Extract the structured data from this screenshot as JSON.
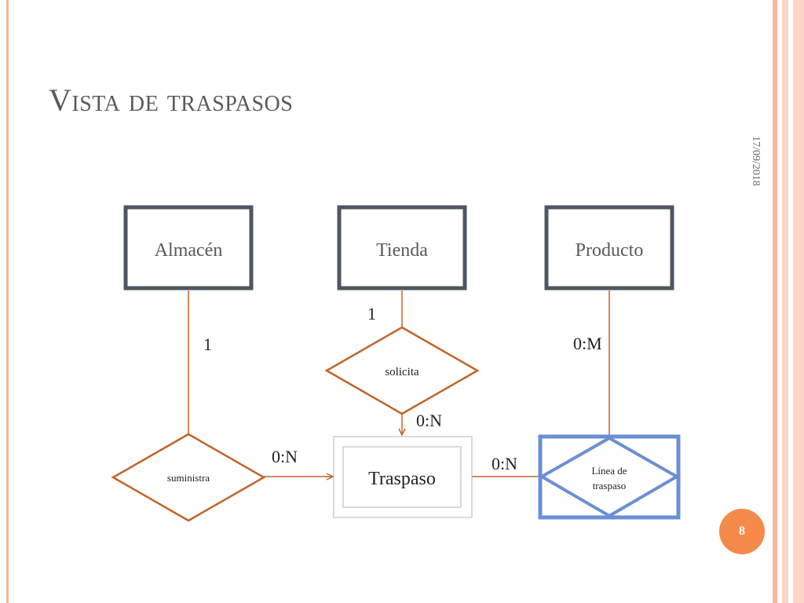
{
  "slide": {
    "title": "Vista de traspasos",
    "date": "17/09/2018",
    "page_number": "8"
  },
  "colors": {
    "accent": "#f58a4b",
    "band_light": "#fbd5c5",
    "band_mid": "#f7b79c",
    "entity_border": "#4f5561",
    "relation_border": "#c0652a",
    "weak_border": "#6a8fd4",
    "weak_inner": "#b5b5b5"
  },
  "diagram": {
    "entities": {
      "almacen": "Almacén",
      "tienda": "Tienda",
      "producto": "Producto",
      "traspaso": "Traspaso"
    },
    "relations": {
      "solicita": "solicita",
      "suministra": "suministra",
      "linea_line1": "Línea de",
      "linea_line2": "traspaso"
    },
    "cardinalities": {
      "tienda_solicita": "1",
      "almacen_suministra": "1",
      "producto_linea": "0:M",
      "solicita_traspaso": "0:N",
      "suministra_traspaso": "0:N",
      "traspaso_linea": "0:N"
    }
  }
}
